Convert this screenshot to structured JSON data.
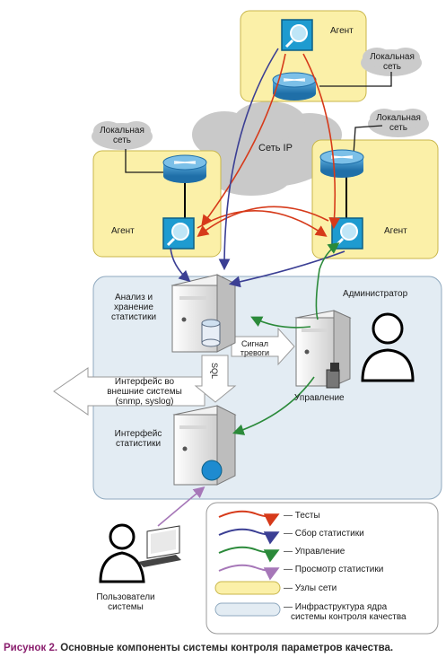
{
  "caption": {
    "figure": "Рисунок 2.",
    "text": "Основные компоненты системы контроля параметров качества."
  },
  "nodes": {
    "agent_top": "Агент",
    "agent_left": "Агент",
    "agent_right": "Агент",
    "lan_top_right": "Локальная сеть",
    "lan_mid_right": "Локальная сеть",
    "lan_left": "Локальная сеть",
    "ip_cloud": "Сеть IP",
    "analysis": [
      "Анализ и",
      "хранение",
      "статистики"
    ],
    "administrator": "Администратор",
    "alarm": [
      "Сигнал",
      "тревоги"
    ],
    "sql": "SQL",
    "external": [
      "Интерфейс во",
      "внешние системы",
      "(snmp, syslog)"
    ],
    "management": "Управление",
    "stats_interface": [
      "Интерфейс",
      "статистики"
    ],
    "users": [
      "Пользователи",
      "системы"
    ]
  },
  "legend": {
    "tests": "— Тесты",
    "collection": "— Сбор статистики",
    "management": "— Управление",
    "viewing": "— Просмотр статистики",
    "network_nodes": "— Узлы сети",
    "infrastructure": [
      "— Инфраструктура ядра",
      "системы контроля качества"
    ]
  },
  "colors": {
    "node_fill": "#fbf0a8",
    "infra_fill": "#e3ecf3",
    "tests": "#d63a1a",
    "collection": "#3b3f94",
    "management": "#2b8a3a",
    "viewing": "#a677b8",
    "cloud": "#c9c9c9",
    "router": "#2c7fb8",
    "agent": "#1e9bd0"
  }
}
